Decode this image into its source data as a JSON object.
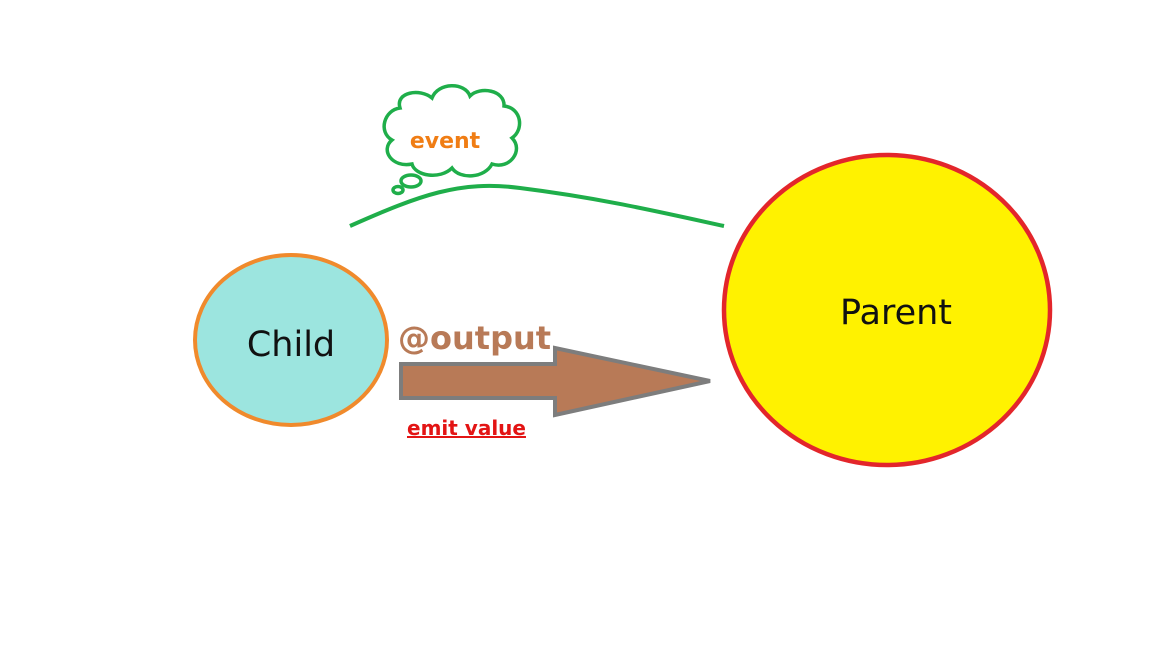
{
  "nodes": {
    "child": {
      "label": "Child",
      "fill": "#9ce5df",
      "stroke": "#f08a2c"
    },
    "parent": {
      "label": "Parent",
      "fill": "#fff200",
      "stroke": "#e3262b"
    }
  },
  "arrow": {
    "label": "@output",
    "sublabel": "emit value",
    "fill": "#b87a57",
    "stroke": "#7d7d7d",
    "label_color": "#b87a57",
    "sublabel_color": "#e31414"
  },
  "event": {
    "label": "event",
    "cloud_stroke": "#1fae4a",
    "label_color": "#f07d14",
    "curve_color": "#1fae4a"
  }
}
